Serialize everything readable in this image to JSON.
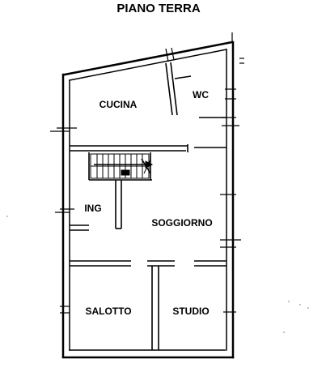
{
  "title": "PIANO TERRA",
  "rooms": {
    "cucina": "CUCINA",
    "wc": "WC",
    "ing": "ING",
    "soggiorno": "SOGGIORNO",
    "salotto": "SALOTTO",
    "studio": "STUDIO"
  },
  "colors": {
    "ink": "#000000",
    "paper": "#ffffff"
  }
}
